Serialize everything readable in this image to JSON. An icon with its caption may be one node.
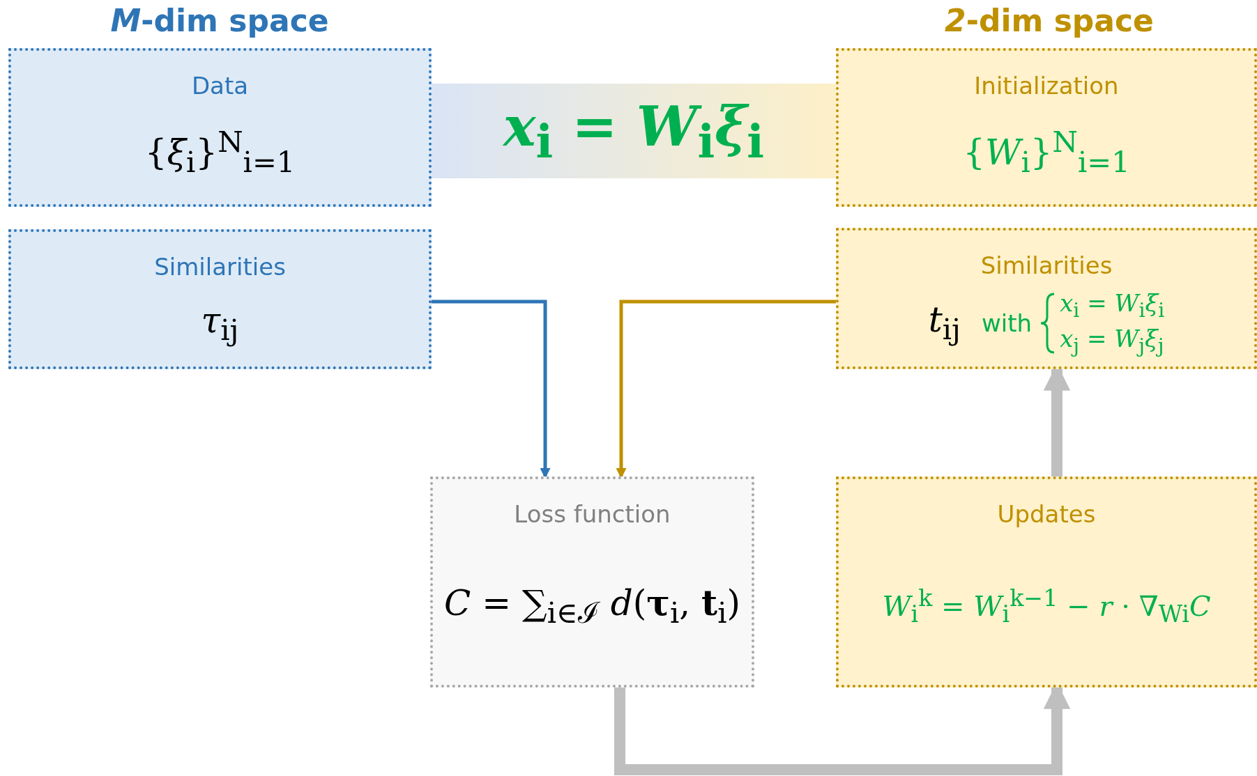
{
  "diagram": {
    "nodes": [
      {
        "text": [
          "Data",
          "{*ξ*$_{i}$}$^{N}$$_{i=1}$"
        ]
      },
      {
        "text": [
          "*x*$_{i}$ = *W*$_{i}$*ξ*$_{i}$"
        ]
      },
      {
        "text": [
          "Initialization",
          "{*W*$_{i}$}$^{N}$$_{i=1}$"
        ]
      },
      {
        "text": [
          "Similarities",
          "*τ*$_{ij}$"
        ]
      },
      {
        "text": [
          "Similarities",
          "*t*$_{ij}$",
          "with",
          "*x*$_{i}$ = *W*$_{i}$*ξ*$_{i}$",
          "*x*$_{j}$ = *W*$_{j}$*ξ*$_{j}$"
        ]
      },
      {
        "text": [
          "Loss function",
          "*C* = ∑$_{i∈ℐ}$ *d*(**τ**$_{i}$, **t**$_{i}$)"
        ]
      },
      {
        "text": [
          "Updates",
          "*W*$_{i}$$^{k}$ = *W*$_{i}$$^{k−1}$ − *r* · ∇$_{Wi}$*C*"
        ]
      }
    ],
    "edges": [
      {
        "from": 3,
        "to": 5,
        "arrow": "to",
        "color": "#2e75b6"
      },
      {
        "from": 4,
        "to": 5,
        "arrow": "to",
        "color": "#bf9000"
      },
      {
        "from": 5,
        "to": 6,
        "arrow": "to",
        "style": "thick",
        "color": "#bfbfbf"
      },
      {
        "from": 6,
        "to": 4,
        "arrow": "to",
        "style": "thick",
        "color": "#bfbfbf"
      }
    ],
    "labels": [
      "*M*-dim space",
      "*2*-dim space"
    ]
  }
}
